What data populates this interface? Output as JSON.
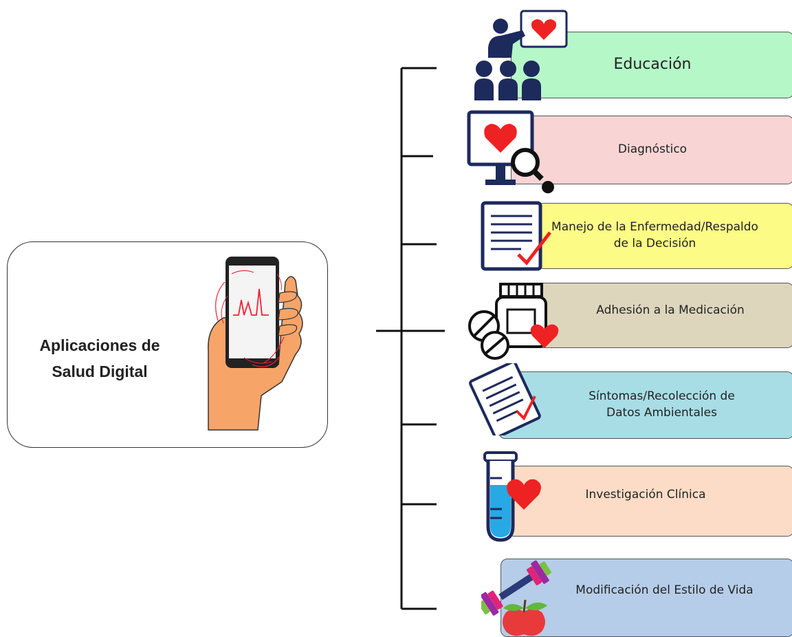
{
  "hub": {
    "title_line1": "Aplicaciones de",
    "title_line2": "Salud Digital",
    "icon": "smartphone-hand-icon"
  },
  "categories": [
    {
      "id": "education",
      "label": "Educación",
      "label2": "",
      "color": "#b6f7c8",
      "icon": "teacher-heart-icon"
    },
    {
      "id": "diagnosis",
      "label": "Diagnóstico",
      "label2": "",
      "color": "#f8d4d4",
      "icon": "monitor-magnifier-icon"
    },
    {
      "id": "disease-management",
      "label": "Manejo de la Enfermedad/Respaldo",
      "label2": "de la Decisión",
      "color": "#fbfb86",
      "icon": "checklist-icon"
    },
    {
      "id": "medication-adherence",
      "label": "Adhesión a la Medicación",
      "label2": "",
      "color": "#ddd6bd",
      "icon": "pill-bottle-icon"
    },
    {
      "id": "symptoms",
      "label": "Síntomas/Recolección de",
      "label2": "Datos Ambientales",
      "color": "#a8dde6",
      "icon": "clipboard-check-icon"
    },
    {
      "id": "clinical-research",
      "label": "Investigación Clínica",
      "label2": "",
      "color": "#fcdcc6",
      "icon": "test-tube-heart-icon"
    },
    {
      "id": "lifestyle",
      "label": "Modificación del Estilo de Vida",
      "label2": "",
      "color": "#b5cde8",
      "icon": "dumbbell-apple-icon"
    }
  ]
}
